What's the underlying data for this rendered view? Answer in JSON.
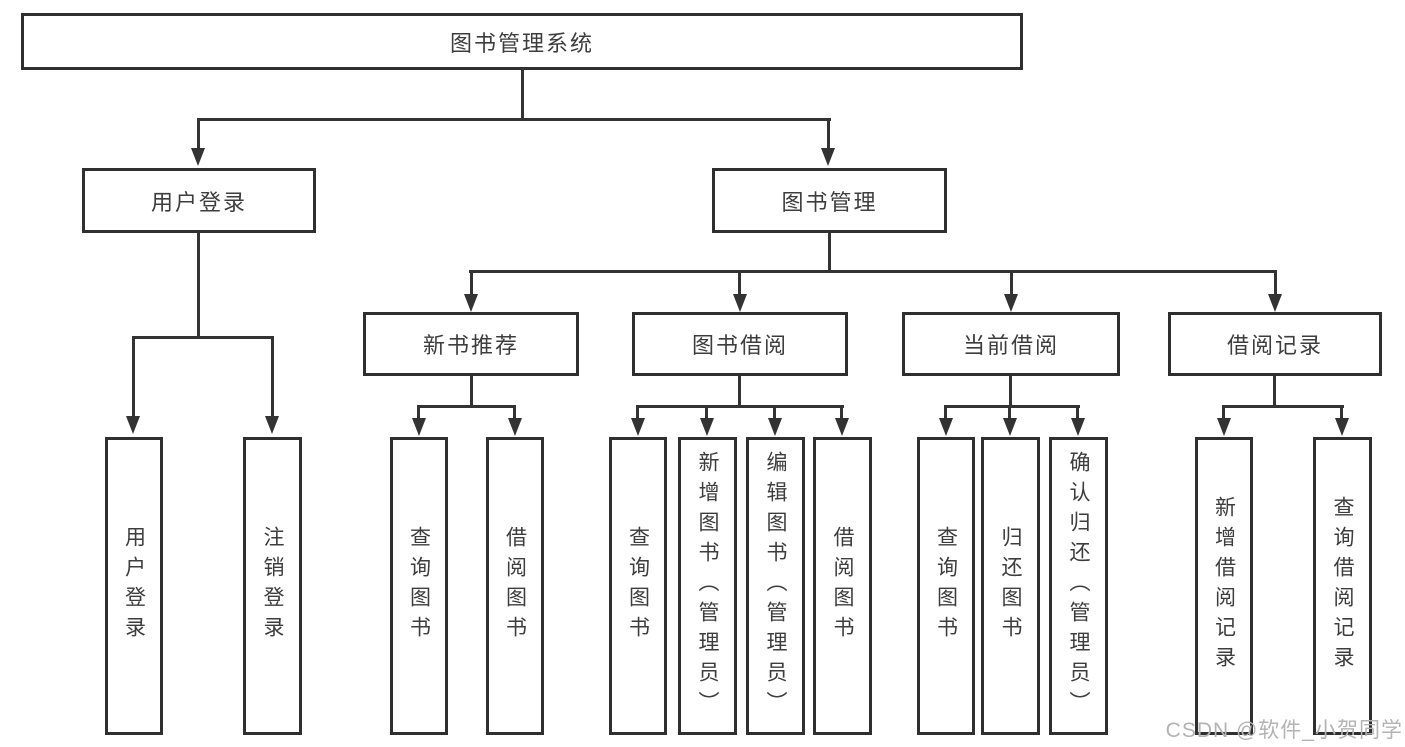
{
  "diagram_type": "hierarchy-tree",
  "colors": {
    "background": "#ffffff",
    "line": "#333333",
    "box_border": "#2f2f2f",
    "box_fill": "#ffffff",
    "text": "#3d3d3d",
    "watermark": "#b3b3b3"
  },
  "tree": {
    "root": {
      "label": "图书管理系统",
      "children": [
        {
          "label": "用户登录",
          "children": [
            {
              "label": "用户登录"
            },
            {
              "label": "注销登录"
            }
          ]
        },
        {
          "label": "图书管理",
          "children": [
            {
              "label": "新书推荐",
              "children": [
                {
                  "label": "查询图书"
                },
                {
                  "label": "借阅图书"
                }
              ]
            },
            {
              "label": "图书借阅",
              "children": [
                {
                  "label": "查询图书"
                },
                {
                  "label": "新增图书（管理员）"
                },
                {
                  "label": "编辑图书（管理员）"
                },
                {
                  "label": "借阅图书"
                }
              ]
            },
            {
              "label": "当前借阅",
              "children": [
                {
                  "label": "查询图书"
                },
                {
                  "label": "归还图书"
                },
                {
                  "label": "确认归还（管理员）"
                }
              ]
            },
            {
              "label": "借阅记录",
              "children": [
                {
                  "label": "新增借阅记录"
                },
                {
                  "label": "查询借阅记录"
                }
              ]
            }
          ]
        }
      ]
    }
  },
  "watermark": {
    "text": "CSDN @软件_小贺同学"
  }
}
